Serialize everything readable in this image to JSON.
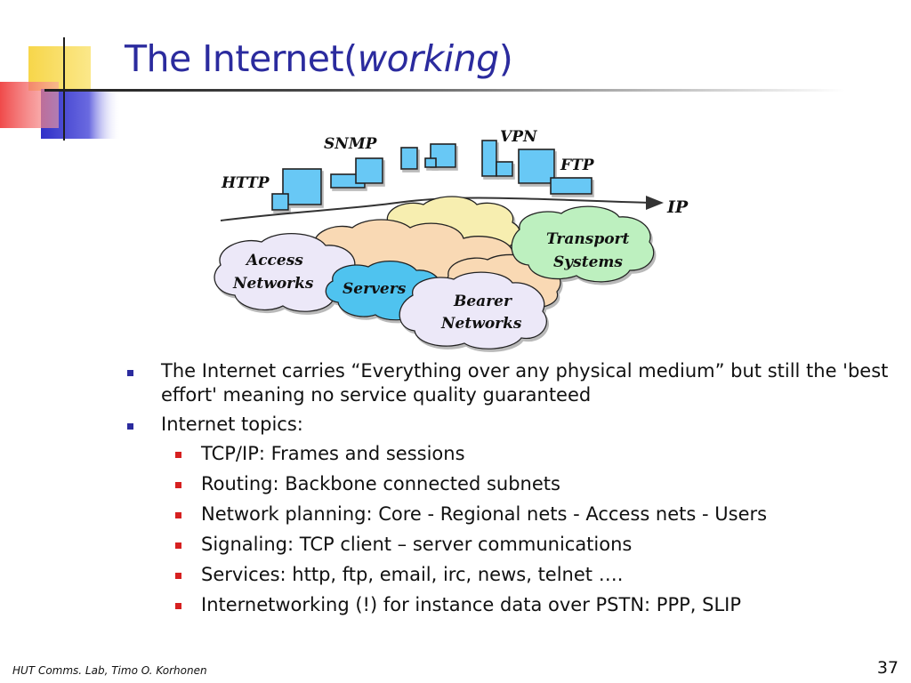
{
  "slide": {
    "title_main": "The Internet(",
    "title_italic": "working",
    "title_close": ")"
  },
  "diagram": {
    "service_labels": [
      "HTTP",
      "SNMP",
      "VPN",
      "FTP"
    ],
    "ip_label": "IP",
    "clouds": {
      "access": [
        "Access",
        "Networks"
      ],
      "servers": "Servers",
      "bearer": [
        "Bearer",
        "Networks"
      ],
      "transport": [
        "Transport",
        "Systems"
      ]
    },
    "colors": {
      "box_fill": "#67c8f5",
      "cloud_access": "#ece8f8",
      "cloud_orange": "#f9d9b4",
      "cloud_yellow": "#f7eeb0",
      "cloud_servers": "#4fc3ef",
      "cloud_bearer": "#ece8f8",
      "cloud_transport": "#bdf0bf"
    }
  },
  "bullets": {
    "item1": "The Internet carries “Everything over any physical medium” but still the 'best effort' meaning no service quality guaranteed",
    "item2": "Internet topics:",
    "subitems": [
      "TCP/IP: Frames and sessions",
      "Routing: Backbone connected subnets",
      "Network planning: Core - Regional nets - Access nets - Users",
      "Signaling: TCP client – server communications",
      "Services: http, ftp, email, irc, news, telnet ….",
      "Internetworking (!) for instance data over PSTN: PPP, SLIP"
    ]
  },
  "footer": {
    "author": "HUT Comms. Lab, Timo O. Korhonen",
    "page_number": "37"
  },
  "colors": {
    "title": "#2b2b9e",
    "bullet_level1": "#2b2b9e",
    "bullet_level2": "#d62020",
    "deco_yellow": "#f7d64a",
    "deco_red": "#f04a4a",
    "deco_blue": "#3030c8"
  }
}
